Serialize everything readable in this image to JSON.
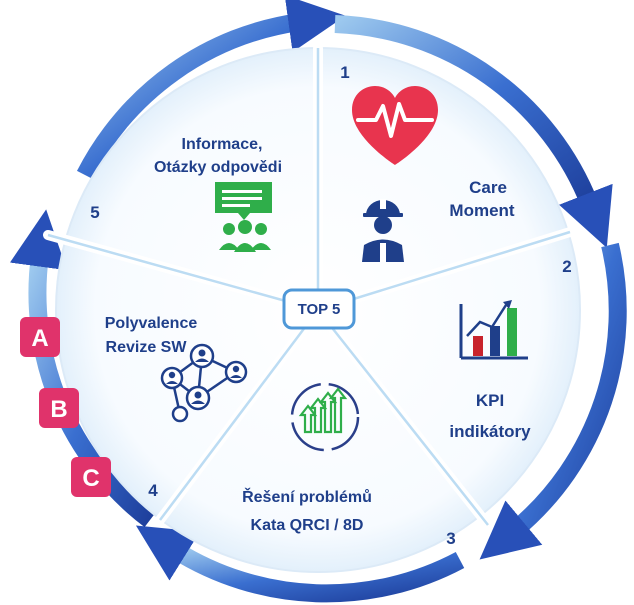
{
  "center": {
    "label": "TOP 5"
  },
  "segments": [
    {
      "number": "1",
      "lines": [
        "Care",
        "Moment"
      ],
      "icons": [
        "heart-pulse-icon",
        "worker-icon"
      ]
    },
    {
      "number": "2",
      "lines": [
        "KPI",
        "indikátory"
      ],
      "icons": [
        "bar-chart-icon"
      ]
    },
    {
      "number": "3",
      "lines": [
        "Řešení problémů",
        "Kata QRCI / 8D"
      ],
      "icons": [
        "improvement-cycle-icon"
      ]
    },
    {
      "number": "4",
      "lines": [
        "Polyvalence",
        "Revize SW"
      ],
      "icons": [
        "network-people-icon"
      ]
    },
    {
      "number": "5",
      "lines": [
        "Informace,",
        "Otázky  odpovědi"
      ],
      "icons": [
        "team-chat-icon"
      ]
    }
  ],
  "badges": [
    "A",
    "B",
    "C"
  ],
  "colors": {
    "primary": "#1f3f8a",
    "arrow": "#2f5fc4",
    "heart": "#e8344e",
    "badge": "#e0336b",
    "green": "#2fae4a",
    "panel": "#ffffff",
    "divider": "#cfe6f8"
  }
}
